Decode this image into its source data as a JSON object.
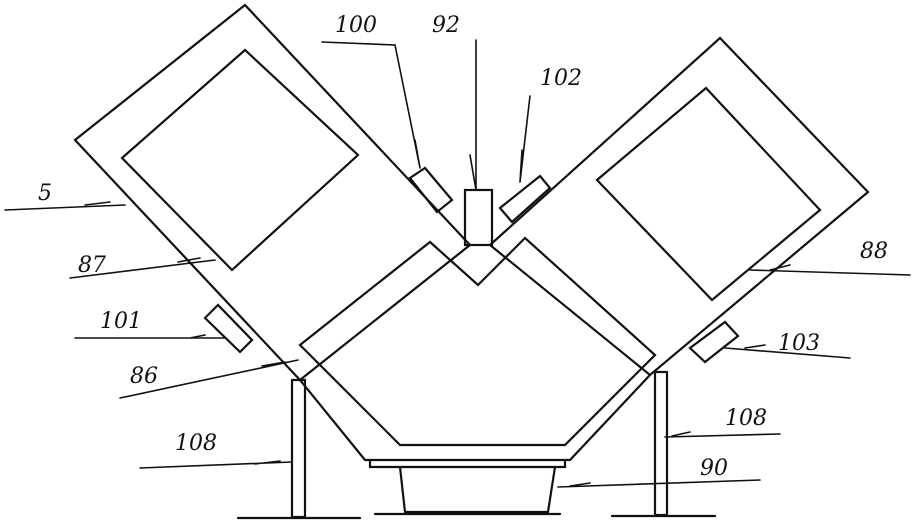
{
  "labels": {
    "ref_5": "5",
    "ref_87": "87",
    "ref_101": "101",
    "ref_86": "86",
    "ref_108_left": "108",
    "ref_100": "100",
    "ref_92": "92",
    "ref_102": "102",
    "ref_88": "88",
    "ref_103": "103",
    "ref_108_right": "108",
    "ref_90": "90"
  },
  "colors": {
    "ink": "#111111",
    "paper": "#ffffff"
  }
}
